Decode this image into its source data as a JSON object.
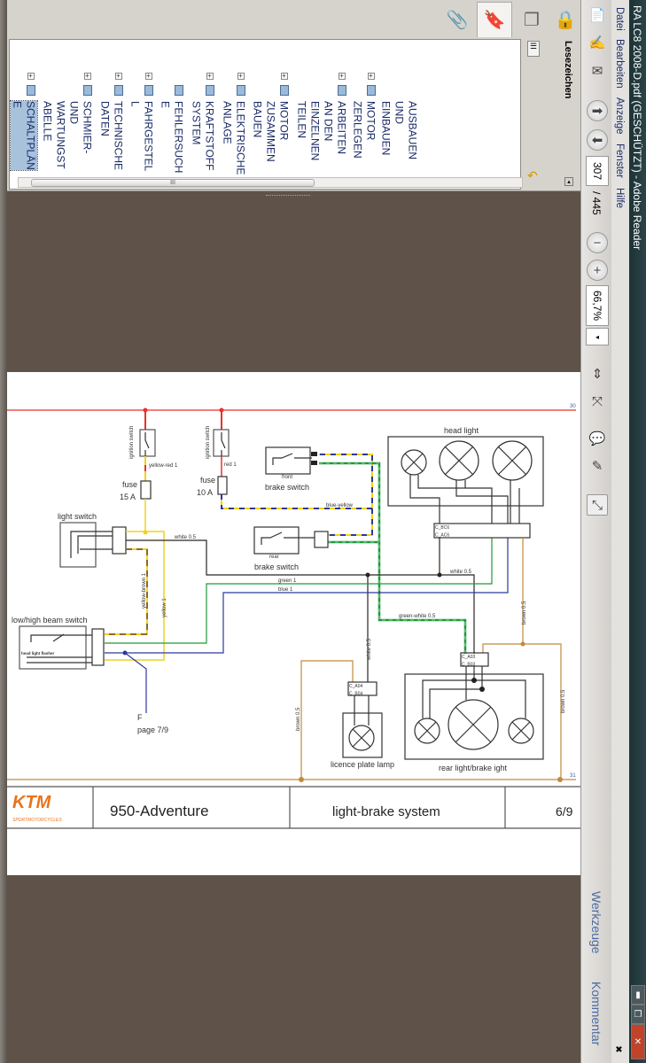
{
  "window": {
    "title": "RA LC8 2008-D.pdf (GESCHÜTZT) - Adobe Reader"
  },
  "menu": [
    "Datei",
    "Bearbeiten",
    "Anzeige",
    "Fenster",
    "Hilfe"
  ],
  "toolbar": {
    "page_current": "307",
    "page_total": "/ 445",
    "zoom": "66,7%"
  },
  "side_panes": {
    "tools": "Werkzeuge",
    "comment": "Kommentar"
  },
  "bookmarks": {
    "title": "Lesezeichen",
    "scroll_grip": "III",
    "items": [
      {
        "lines": [
          "AUSBAUEN",
          "UND",
          "EINBAUEN"
        ]
      },
      {
        "lines": [
          "MOTOR",
          "ZERLEGEN"
        ]
      },
      {
        "lines": [
          "ARBEITEN",
          "AN DEN",
          "EINZELNEN",
          "TEILEN"
        ]
      },
      {
        "lines": [
          "MOTOR",
          "ZUSAMMEN",
          "BAUEN"
        ]
      },
      {
        "lines": [
          "ELEKTRISCHE",
          "ANLAGE"
        ]
      },
      {
        "lines": [
          "KRAFTSTOFF",
          "SYSTEM"
        ]
      },
      {
        "lines": [
          "FEHLERSUCH",
          "E"
        ]
      },
      {
        "lines": [
          "FAHRGESTEL",
          "L"
        ]
      },
      {
        "lines": [
          "TECHNISCHE",
          "DATEN"
        ]
      },
      {
        "lines": [
          "SCHMIER-",
          "UND",
          "WARTUNGST",
          "ABELLE"
        ]
      },
      {
        "lines": [
          "SCHALTPLÄN",
          "E"
        ],
        "selected": true
      }
    ]
  },
  "diagram": {
    "ign1": "ignition switch",
    "ign1_wire": "yellow-red 1",
    "fuse1": "fuse",
    "fuse1_val": "15 A",
    "ign2": "ignition switch",
    "ign2_wire": "red 1",
    "fuse2": "fuse",
    "fuse2_val": "10 A",
    "front": "front",
    "front_brake": "brake switch",
    "blue_yellow": "blue-yellow",
    "rear": "rear",
    "rear_brake": "brake switch",
    "light_switch": "light switch",
    "white05a": "white 0.5",
    "yellow1": "yellow 1",
    "yellow_brown": "yellow-brown 1",
    "green1": "green 1",
    "blue1": "blue 1",
    "lowhigh": "low/high beam switch",
    "flasher": "head light flasher",
    "f": "F",
    "page_ref": "page 7/9",
    "head_light": "head light",
    "c_bc6": "C_BC6",
    "c_ac6": "C_AC6",
    "white05b": "white 0.5",
    "green_white": "green-white 0.5",
    "brown05a": "brown 0.5",
    "brown05b": "brown 0.5",
    "brown05c": "brown 0.5",
    "white05c": "white 0.5",
    "c_a04": "C_A04",
    "c_b04": "C_B04",
    "c_a03": "C_A03",
    "c_b03": "C_B03",
    "licence": "licence plate lamp",
    "rear_light": "rear light/brake ight",
    "ref30": "30",
    "ref31": "31",
    "colors": {
      "red": "#e8322a",
      "yellow": "#f2d21a",
      "blue": "#2b3a9a",
      "green": "#1e9a3a",
      "brown": "#c08a3a",
      "black": "#2a2420"
    }
  },
  "footer": {
    "logo": "KTM",
    "logo_sub": "SPORTMOTORCYCLES",
    "model": "950-Adventure",
    "system": "light-brake system",
    "page": "6/9"
  }
}
